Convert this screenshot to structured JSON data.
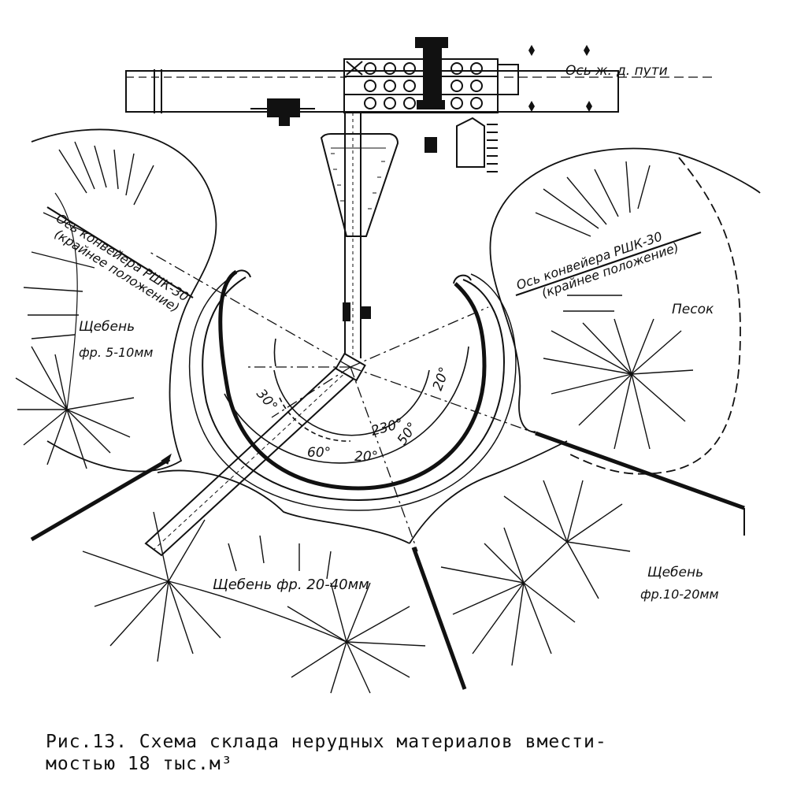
{
  "labels": {
    "rail_axis": "Ось ж.-д. пути",
    "conveyor_left": "Ось конвейера РШК-30",
    "conveyor_left_pos": "(крайнее положение)",
    "conveyor_right": "Ось конвейера РШК-30",
    "conveyor_right_pos": "(крайнее положение)",
    "sand": "Песок",
    "gravel_5_10_a": "Щебень",
    "gravel_5_10_b": "фр. 5-10мм",
    "gravel_20_40": "Щебень фр. 20-40мм",
    "gravel_10_20_a": "Щебень",
    "gravel_10_20_b": "фр.10-20мм"
  },
  "angles": {
    "a30": "30°",
    "a60": "60°",
    "a20_bottom": "20°",
    "a230": "230°",
    "a50": "50°",
    "a20_right": "20°"
  },
  "caption": {
    "line1": "Рис.13. Схема склада нерудных материалов вмести-",
    "line2": "мостью 18 тыс.м³"
  },
  "colors": {
    "ink": "#111111",
    "paper": "#ffffff"
  }
}
